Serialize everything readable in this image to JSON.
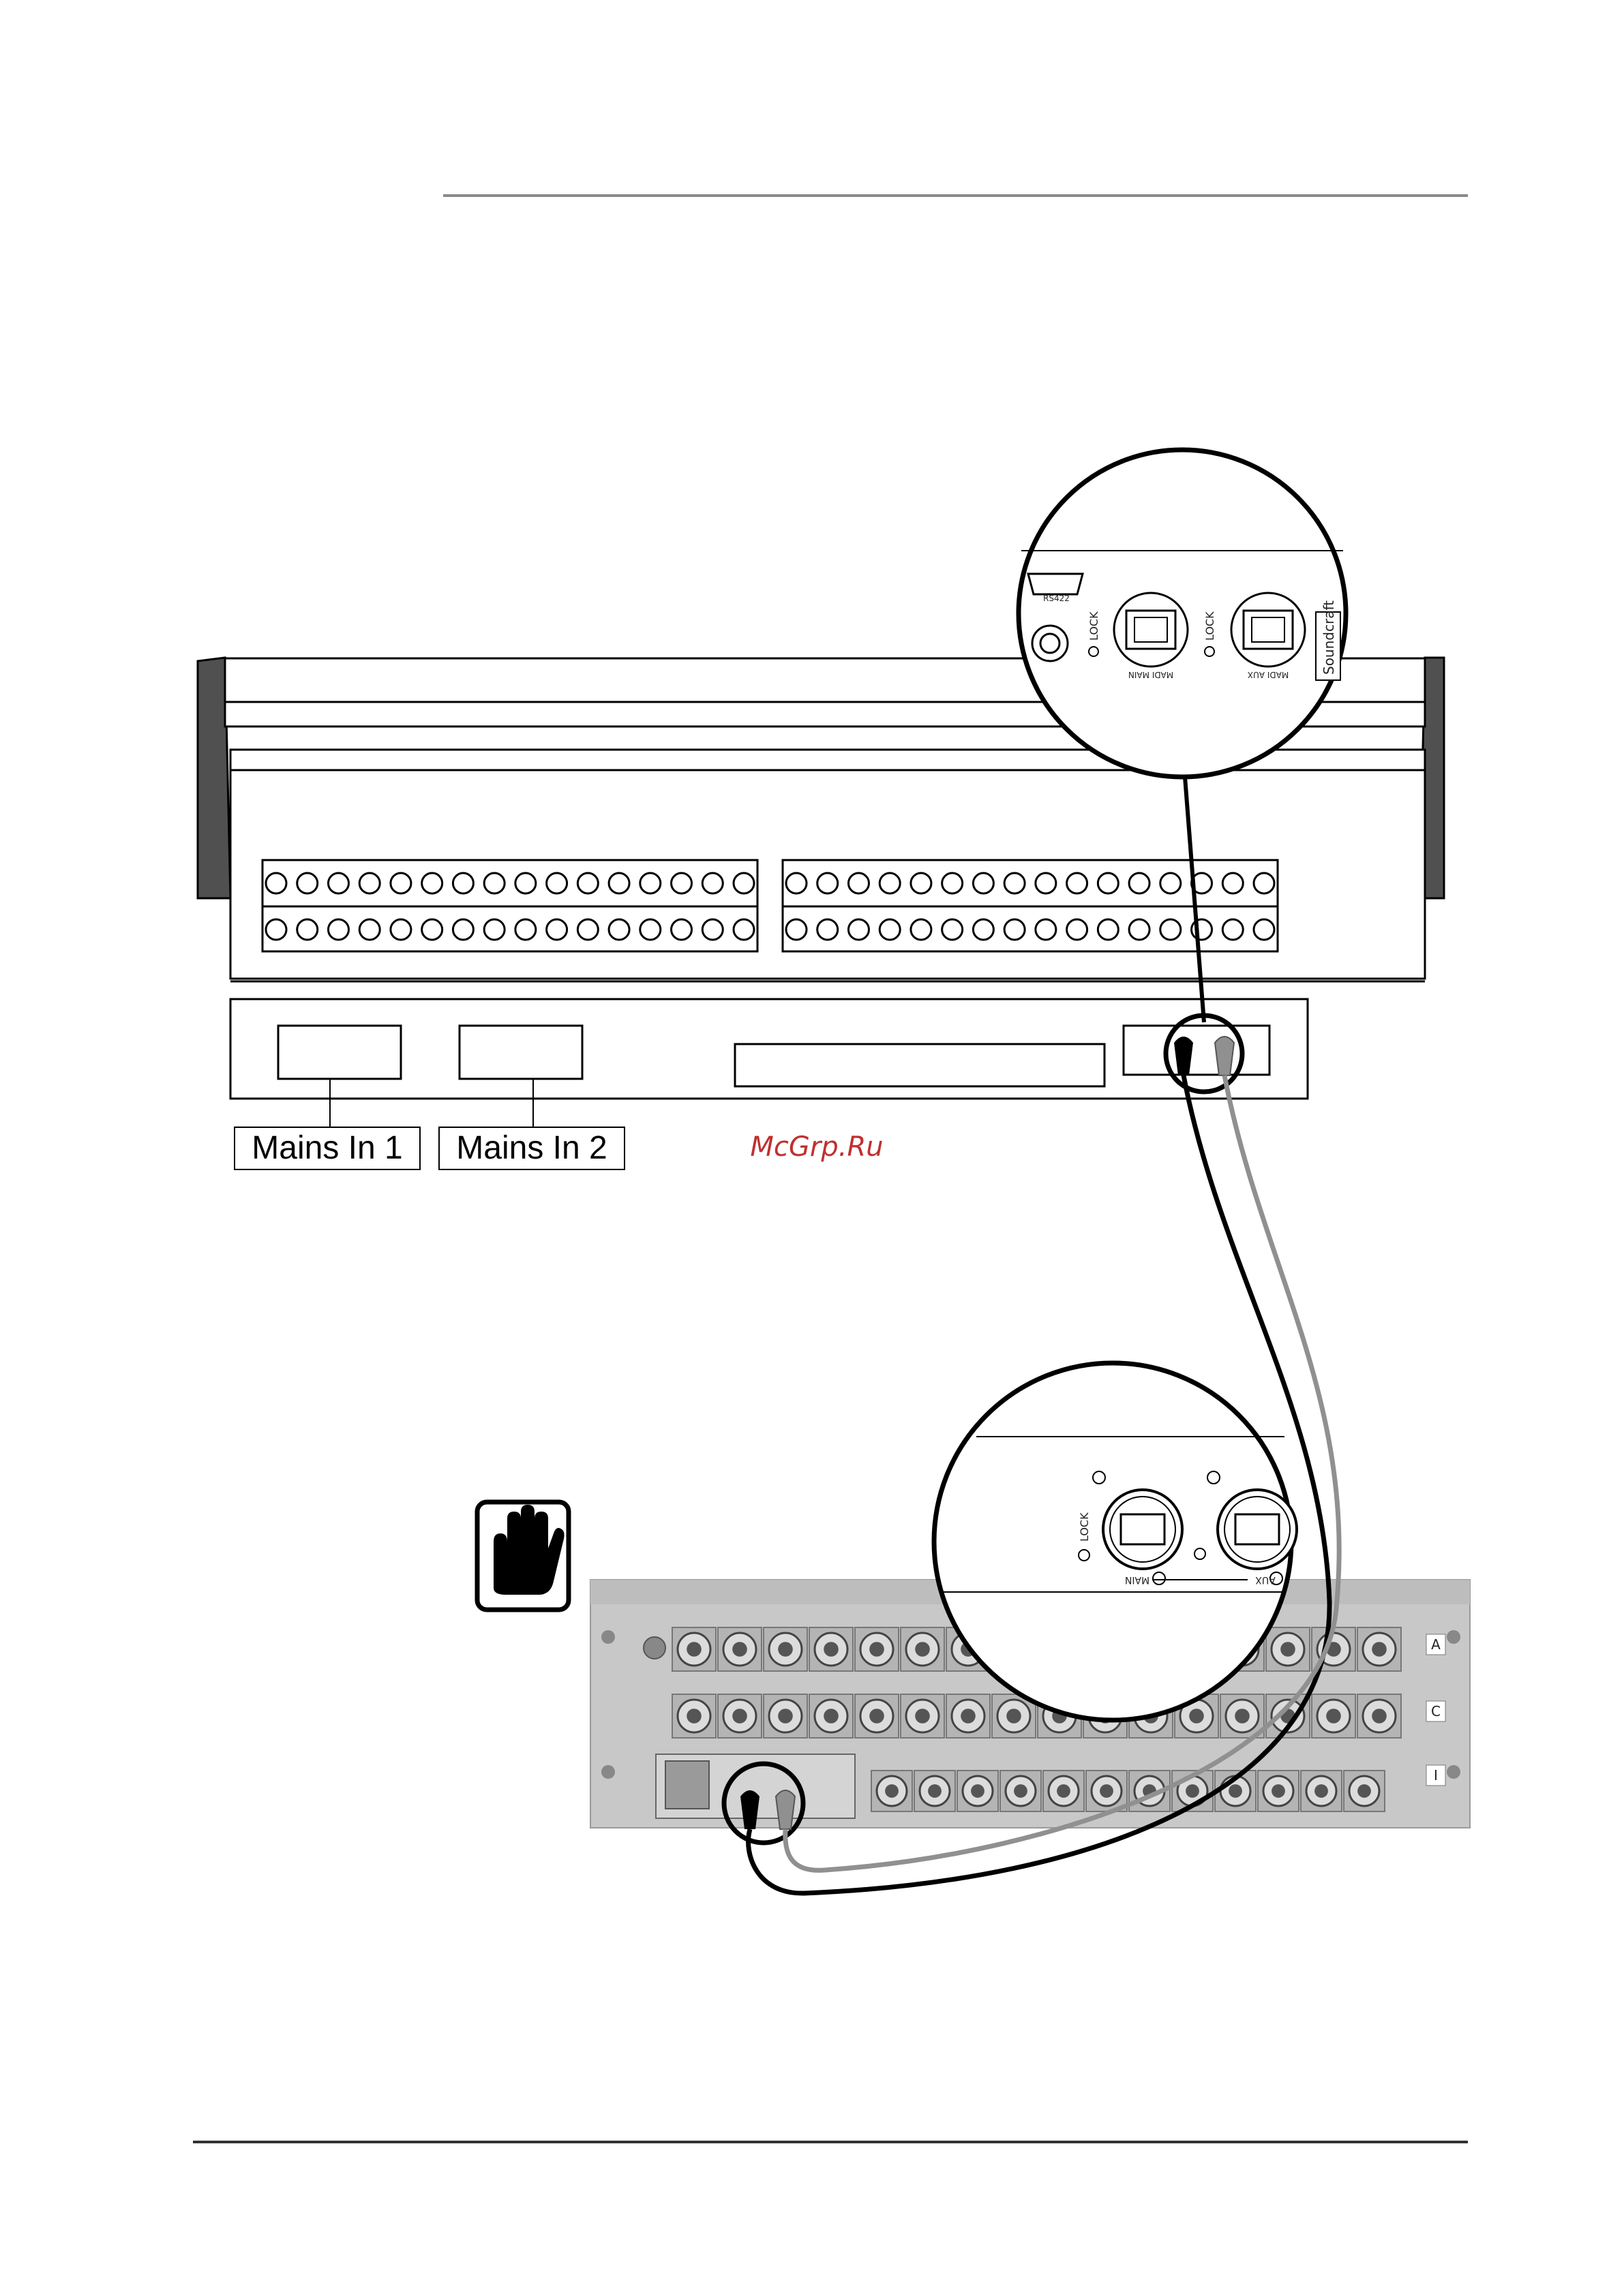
{
  "labels": {
    "mains_in_1": "Mains In 1",
    "mains_in_2": "Mains In 2",
    "watermark": "McGrp.Ru"
  },
  "console_zoom": {
    "rs422": "RS422",
    "lock_1": "LOCK",
    "lock_2": "LOCK",
    "madi_main": "MADI MAIN",
    "madi_aux": "MADI AUX",
    "brand": "Soundcraft"
  },
  "stagebox_zoom": {
    "lock": "LOCK",
    "main": "MAIN",
    "aux": "AUX"
  },
  "stagebox": {
    "row_letters": [
      "A",
      "C",
      "I"
    ]
  },
  "icons": {
    "warning": "hand-warning-icon"
  },
  "colors": {
    "cable_main": "#000000",
    "cable_aux": "#909090",
    "panel_grey": "#c8c8c8"
  }
}
